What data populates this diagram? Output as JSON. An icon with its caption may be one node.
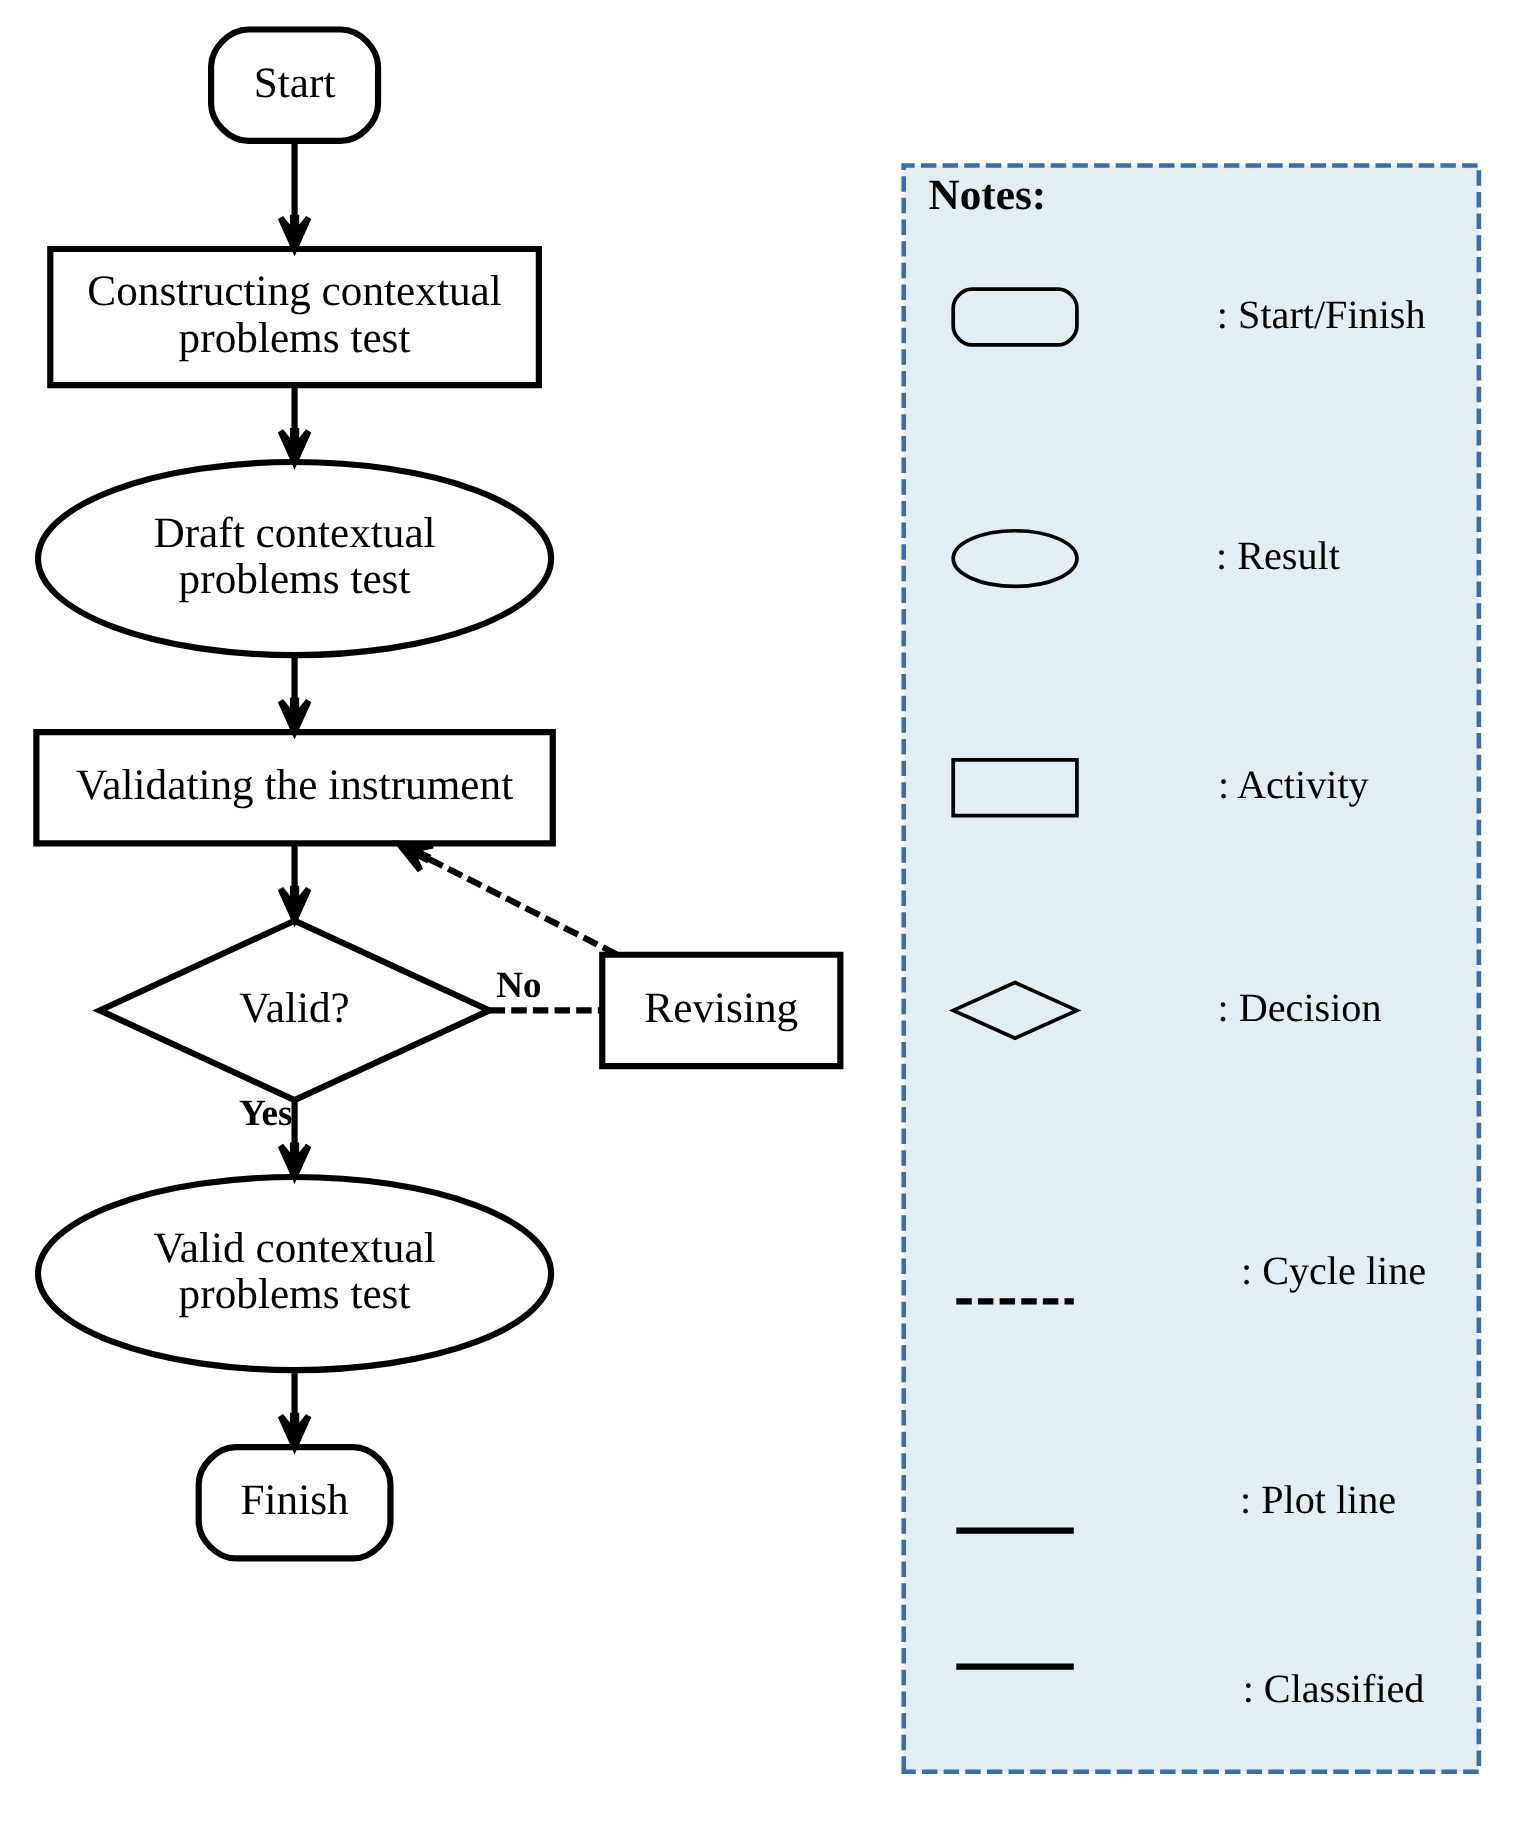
{
  "diagram": {
    "nodes": [
      {
        "text": [
          "Start"
        ]
      },
      {
        "text": [
          "Constructing contextual problems test"
        ]
      },
      {
        "text": [
          "Draft contextual problems test"
        ]
      },
      {
        "text": [
          "Validating the instrument"
        ]
      },
      {
        "text": [
          "Valid?"
        ]
      },
      {
        "text": [
          "Revising"
        ]
      },
      {
        "text": [
          "Valid contextual problems test"
        ]
      },
      {
        "text": [
          "Finish"
        ]
      },
      {
        "text": [
          "Notes:"
        ]
      },
      {
        "text": [],
        "shape": "box",
        "in": 8
      },
      {
        "text": [],
        "shape": "ellipse",
        "in": 8
      },
      {
        "text": [],
        "shape": "box",
        "in": 8
      },
      {
        "text": [],
        "shape": "diamond",
        "in": 8
      }
    ],
    "edges": [
      {
        "from": 0,
        "to": 1,
        "arrow": "to"
      },
      {
        "from": 1,
        "to": 2,
        "arrow": "to"
      },
      {
        "from": 2,
        "to": 3,
        "arrow": "to"
      },
      {
        "from": 3,
        "to": 4,
        "arrow": "to"
      },
      {
        "from": 4,
        "to": 5,
        "arrow": "none",
        "label": "No",
        "style": "dashed"
      },
      {
        "from": 5,
        "to": 3,
        "arrow": "to",
        "style": "dashed"
      },
      {
        "from": 4,
        "to": 6,
        "arrow": "to",
        "label": "Yes"
      },
      {
        "from": 6,
        "to": 7,
        "arrow": "to"
      }
    ],
    "legend": [
      {
        "text": ": Start/Finish"
      },
      {
        "text": ": Result"
      },
      {
        "text": ": Activity"
      },
      {
        "text": ": Decision"
      },
      {
        "text": ": Cycle line"
      },
      {
        "text": ": Plot line"
      },
      {
        "text": ": Classified"
      }
    ]
  }
}
